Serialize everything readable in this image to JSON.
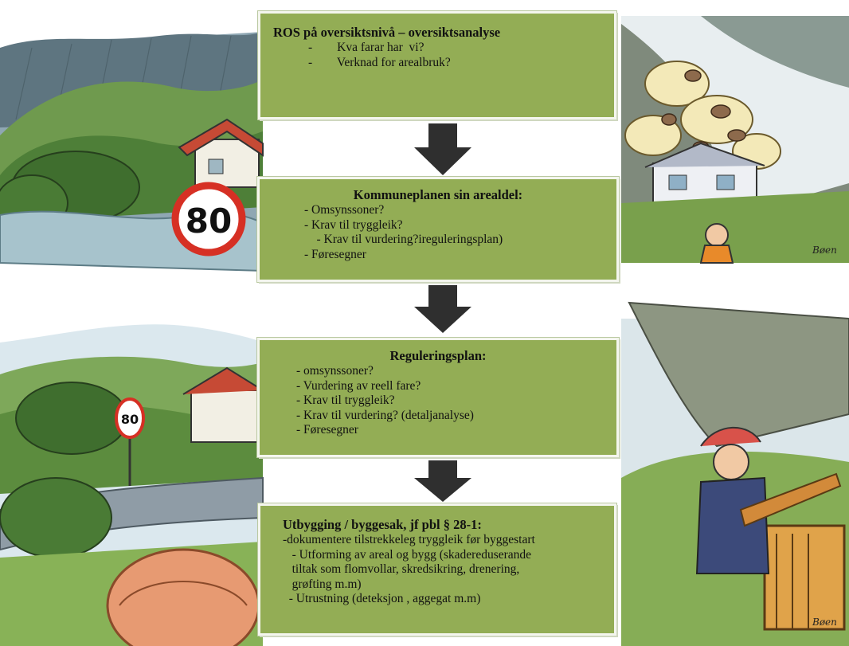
{
  "boxes": [
    {
      "title": "ROS på oversiktsnivå – oversiktsanalyse",
      "lines": [
        "-        Kva farar har  vi?",
        "-        Verknad for arealbruk?"
      ]
    },
    {
      "title": "Kommuneplanen sin arealdel:",
      "lines": [
        "- Omsynssoner?",
        "- Krav til tryggleik?",
        "    - Krav til vurdering?ireguleringsplan)",
        "- Føresegner"
      ]
    },
    {
      "title": "Reguleringsplan:",
      "lines": [
        "- omsynssoner?",
        "- Vurdering av reell fare?",
        "- Krav til tryggleik?",
        "- Krav til vurdering? (detaljanalyse)",
        "- Føresegner"
      ]
    },
    {
      "title": "Utbygging / byggesak, jf pbl § 28-1:",
      "lines": [
        "-dokumentere tilstrekkeleg tryggleik før byggestart",
        "   - Utforming av areal og bygg (skadereduserande",
        "   tiltak som flomvollar, skredsikring, drenering,",
        "   grøfting m.m)",
        "  - Utrustning (deteksjon , aggegat m.m)"
      ]
    }
  ],
  "sign_numbers": [
    "80",
    "80"
  ],
  "signatures": [
    "Bøen",
    "Bøen"
  ],
  "colors": {
    "box": "#93ad55",
    "arrow": "#2f2f2f"
  }
}
